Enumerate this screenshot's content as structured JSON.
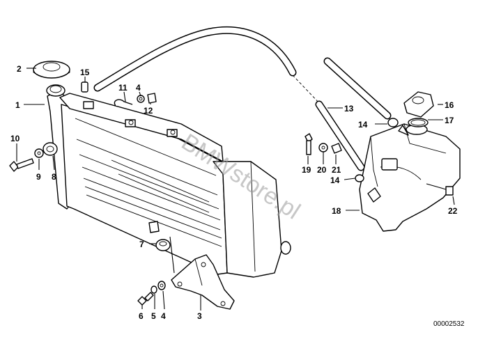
{
  "labels": {
    "l1": "1",
    "l2": "2",
    "l3": "3",
    "l4a": "4",
    "l4b": "4",
    "l5": "5",
    "l6": "6",
    "l7": "7",
    "l8": "8",
    "l9": "9",
    "l10": "10",
    "l11": "11",
    "l12": "12",
    "l13": "13",
    "l14a": "14",
    "l14b": "14",
    "l15": "15",
    "l16": "16",
    "l17": "17",
    "l18": "18",
    "l19": "19",
    "l20": "20",
    "l21": "21",
    "l22": "22"
  },
  "watermark": "BMWstore.pl",
  "diagram_code": "00002532"
}
